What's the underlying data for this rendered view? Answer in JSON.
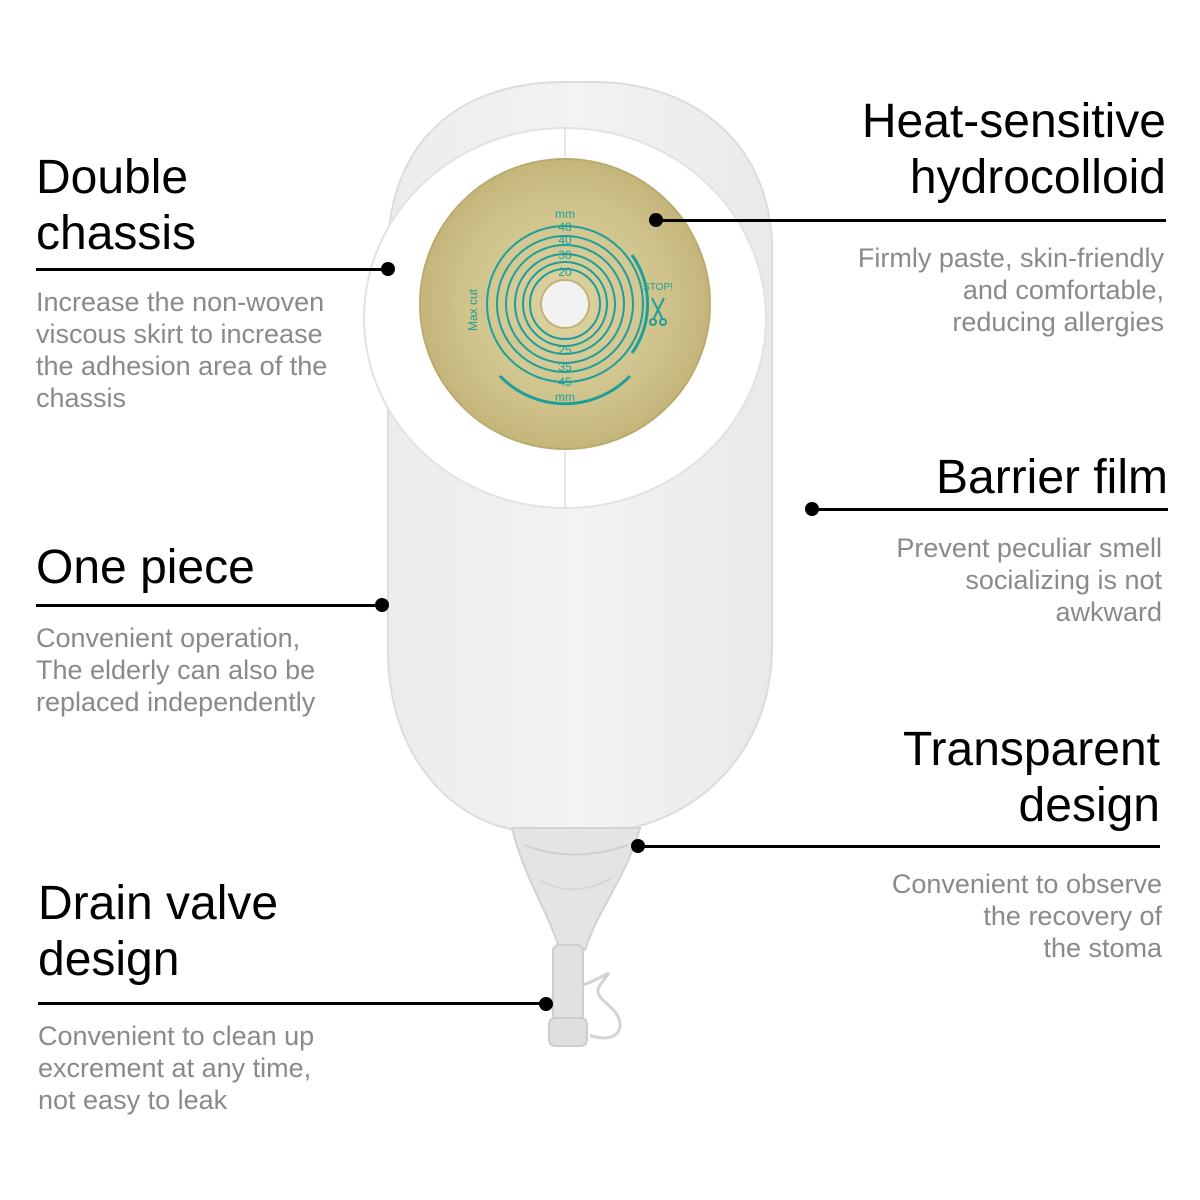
{
  "colors": {
    "background": "#ffffff",
    "title_text": "#000000",
    "description_text": "#8a8a8a",
    "leader_line": "#000000",
    "wafer_accent": "#1f9e9a"
  },
  "wafer": {
    "unit_top": "mm",
    "unit_bottom": "mm",
    "sizes_top": [
      "48",
      "40",
      "30",
      "20"
    ],
    "sizes_bottom": [
      "25",
      "35",
      "45"
    ],
    "side_label": "Max cut",
    "stop_label": "STOP!"
  },
  "callouts": {
    "double_chassis": {
      "title": "Double\nchassis",
      "description": "Increase the non-woven\nviscous skirt to increase\nthe adhesion area of the\nchassis"
    },
    "one_piece": {
      "title": "One piece",
      "description": "Convenient operation,\nThe elderly can also be\nreplaced independently"
    },
    "drain_valve": {
      "title": "Drain valve\ndesign",
      "description": "Convenient to clean up\nexcrement at any time,\nnot easy to leak"
    },
    "hydrocolloid": {
      "title": "Heat-sensitive\nhydrocolloid",
      "description": "Firmly paste, skin-friendly\nand comfortable,\nreducing allergies"
    },
    "barrier_film": {
      "title": "Barrier film",
      "description": "Prevent peculiar smell\nsocializing is not\nawkward"
    },
    "transparent": {
      "title": "Transparent\ndesign",
      "description": "Convenient to observe\nthe recovery of\nthe stoma"
    }
  }
}
